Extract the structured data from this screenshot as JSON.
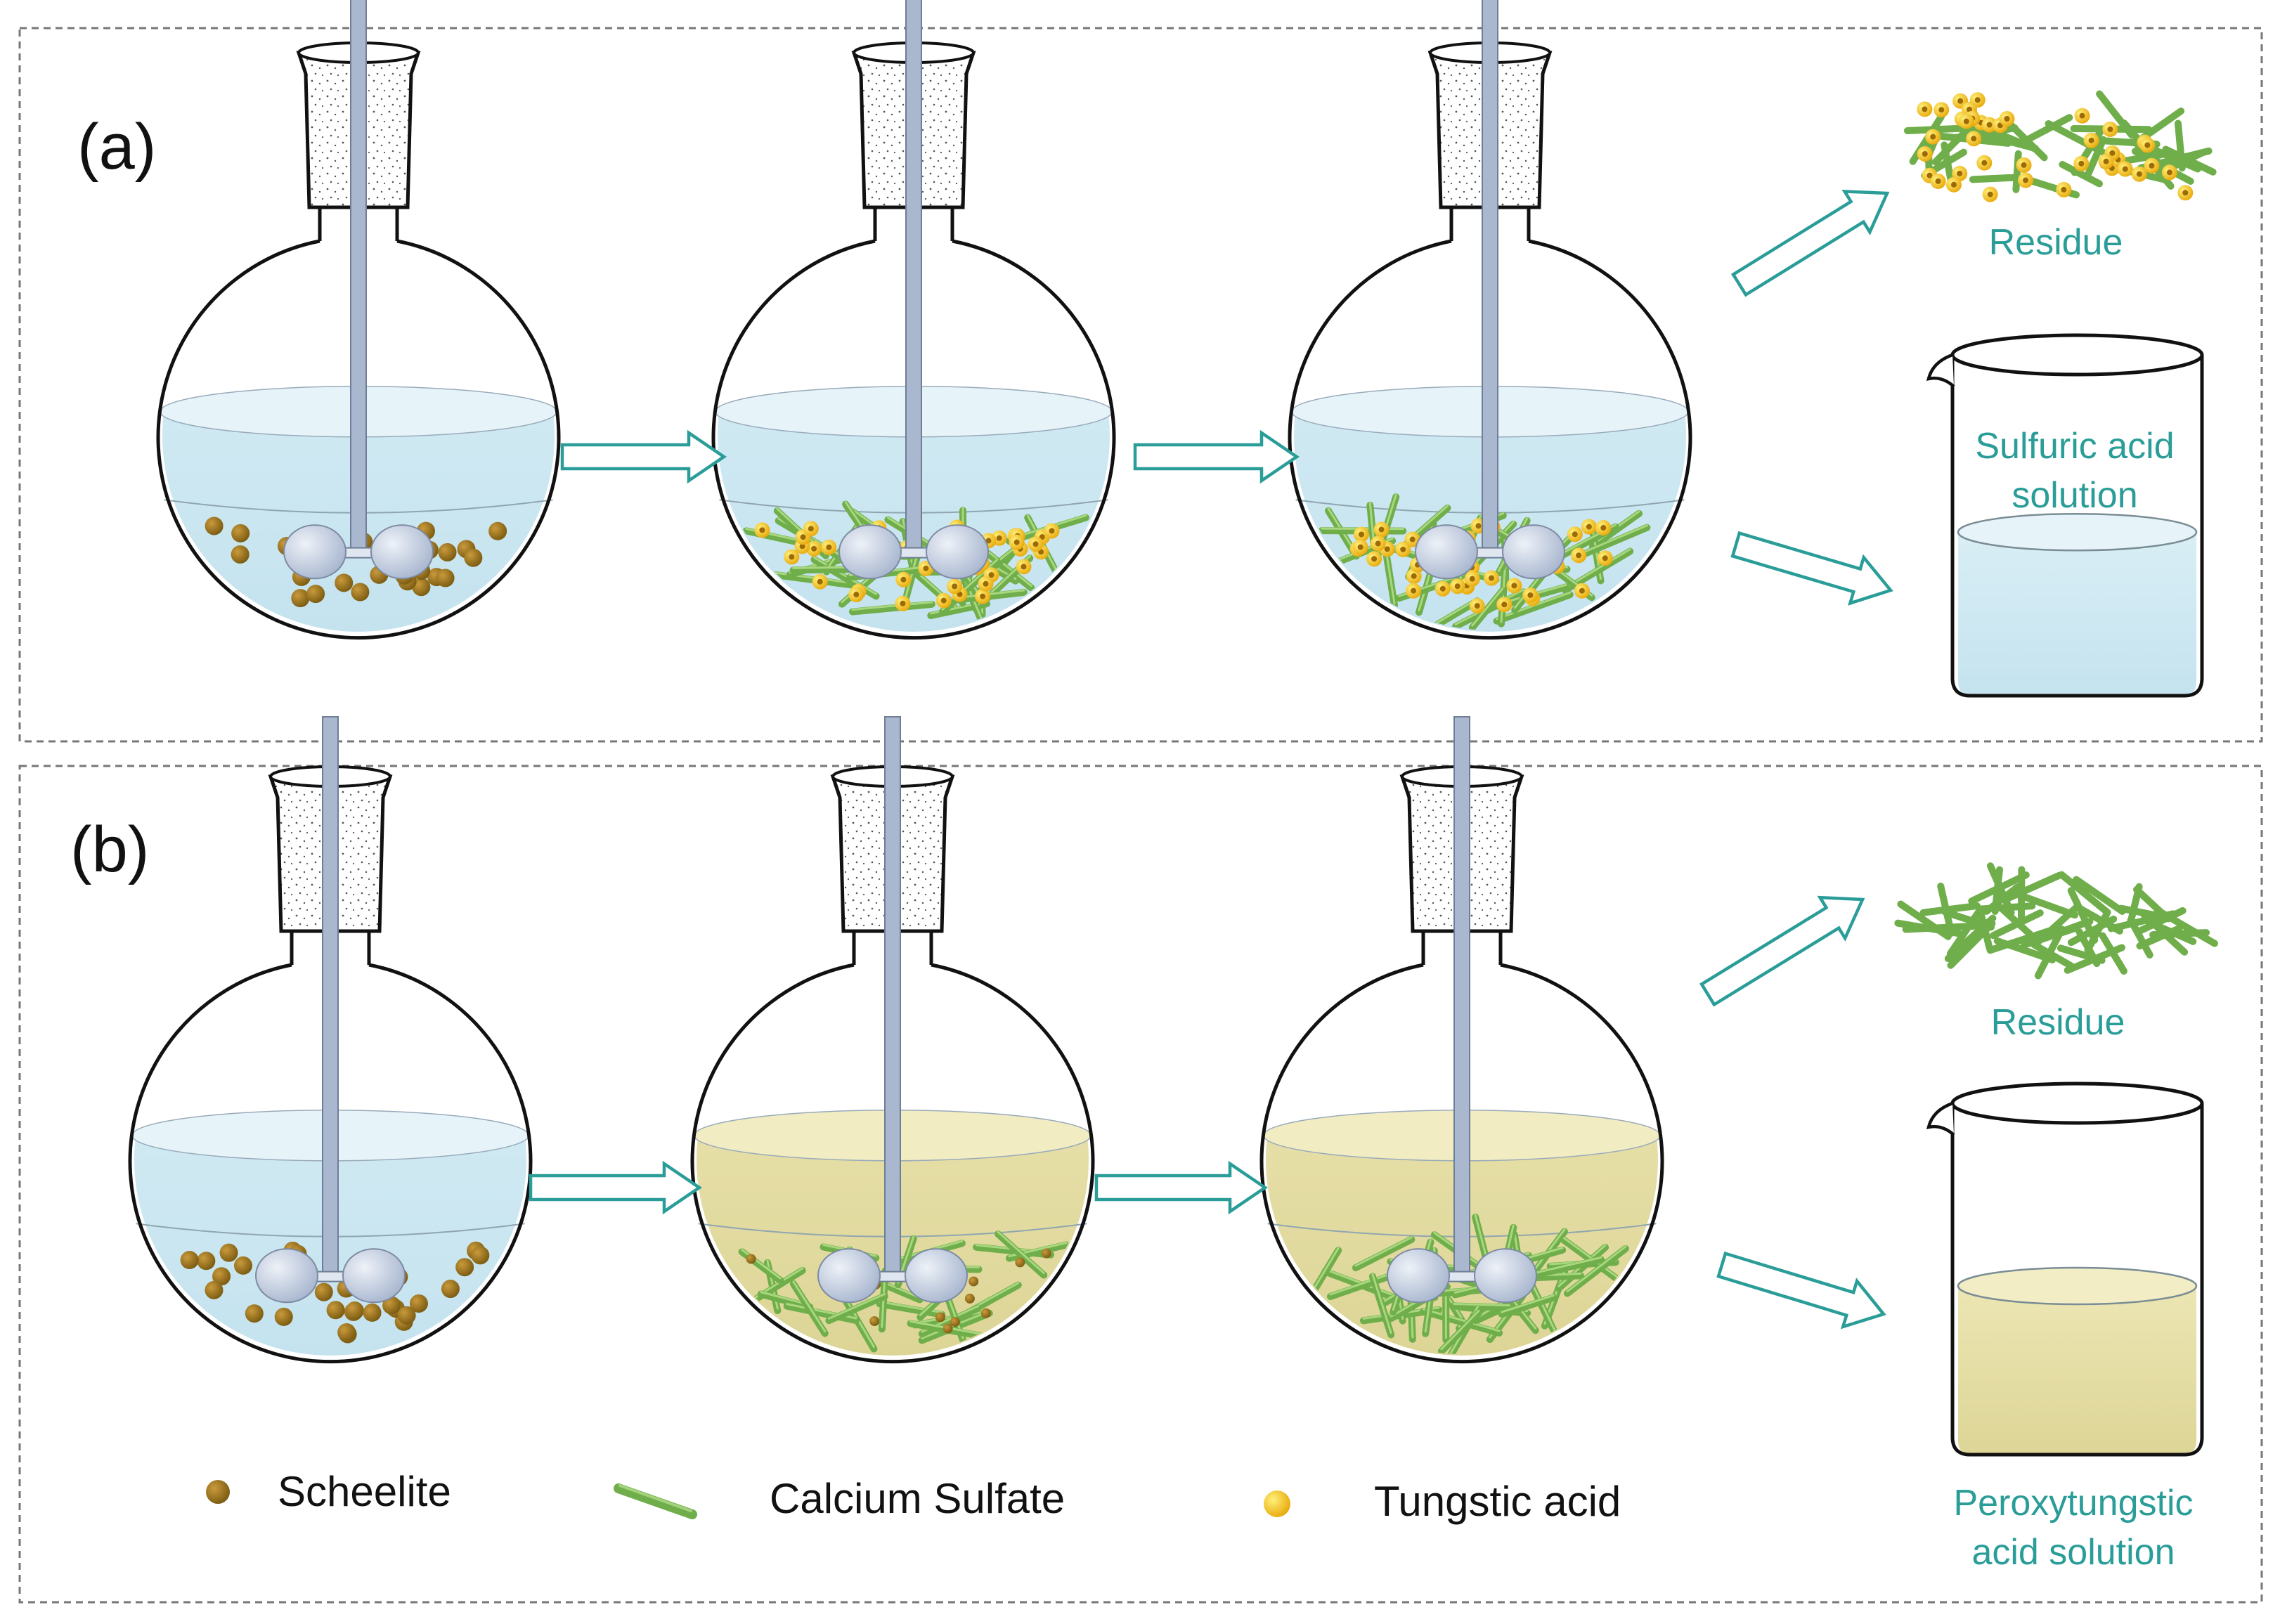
{
  "panels": [
    {
      "label": "(a)",
      "flask_liquid": [
        "clear",
        "clear",
        "clear"
      ],
      "flask_contents": [
        "scheelite",
        "mixed",
        "mixed"
      ],
      "residue": {
        "label": "Residue",
        "particles": "mixed"
      },
      "beaker": {
        "label_lines": [
          "Sulfuric acid",
          "solution"
        ],
        "liquid": "clear"
      }
    },
    {
      "label": "(b)",
      "flask_liquid": [
        "clear",
        "yellow",
        "yellow"
      ],
      "flask_contents": [
        "scheelite",
        "sulfate-few-dots",
        "sulfate"
      ],
      "residue": {
        "label": "Residue",
        "particles": "sulfate"
      },
      "beaker": {
        "label_lines": [
          "Peroxytungstic",
          "acid solution"
        ],
        "liquid": "yellow"
      }
    }
  ],
  "legend": [
    {
      "key": "scheelite",
      "label": "Scheelite"
    },
    {
      "key": "calcium-sulfate",
      "label": "Calcium Sulfate"
    },
    {
      "key": "tungstic-acid",
      "label": "Tungstic acid"
    }
  ],
  "colors": {
    "scheelite": "#8b6914",
    "calcium_sulfate": "#6fae4a",
    "tungstic_acid": "#f2c21b",
    "arrow": "#2a9d98",
    "label_teal": "#2a9d98",
    "clear_liquid": "#cfe9f2",
    "yellow_liquid": "#e6e0a6",
    "stirrer": "#a9b8cf"
  }
}
